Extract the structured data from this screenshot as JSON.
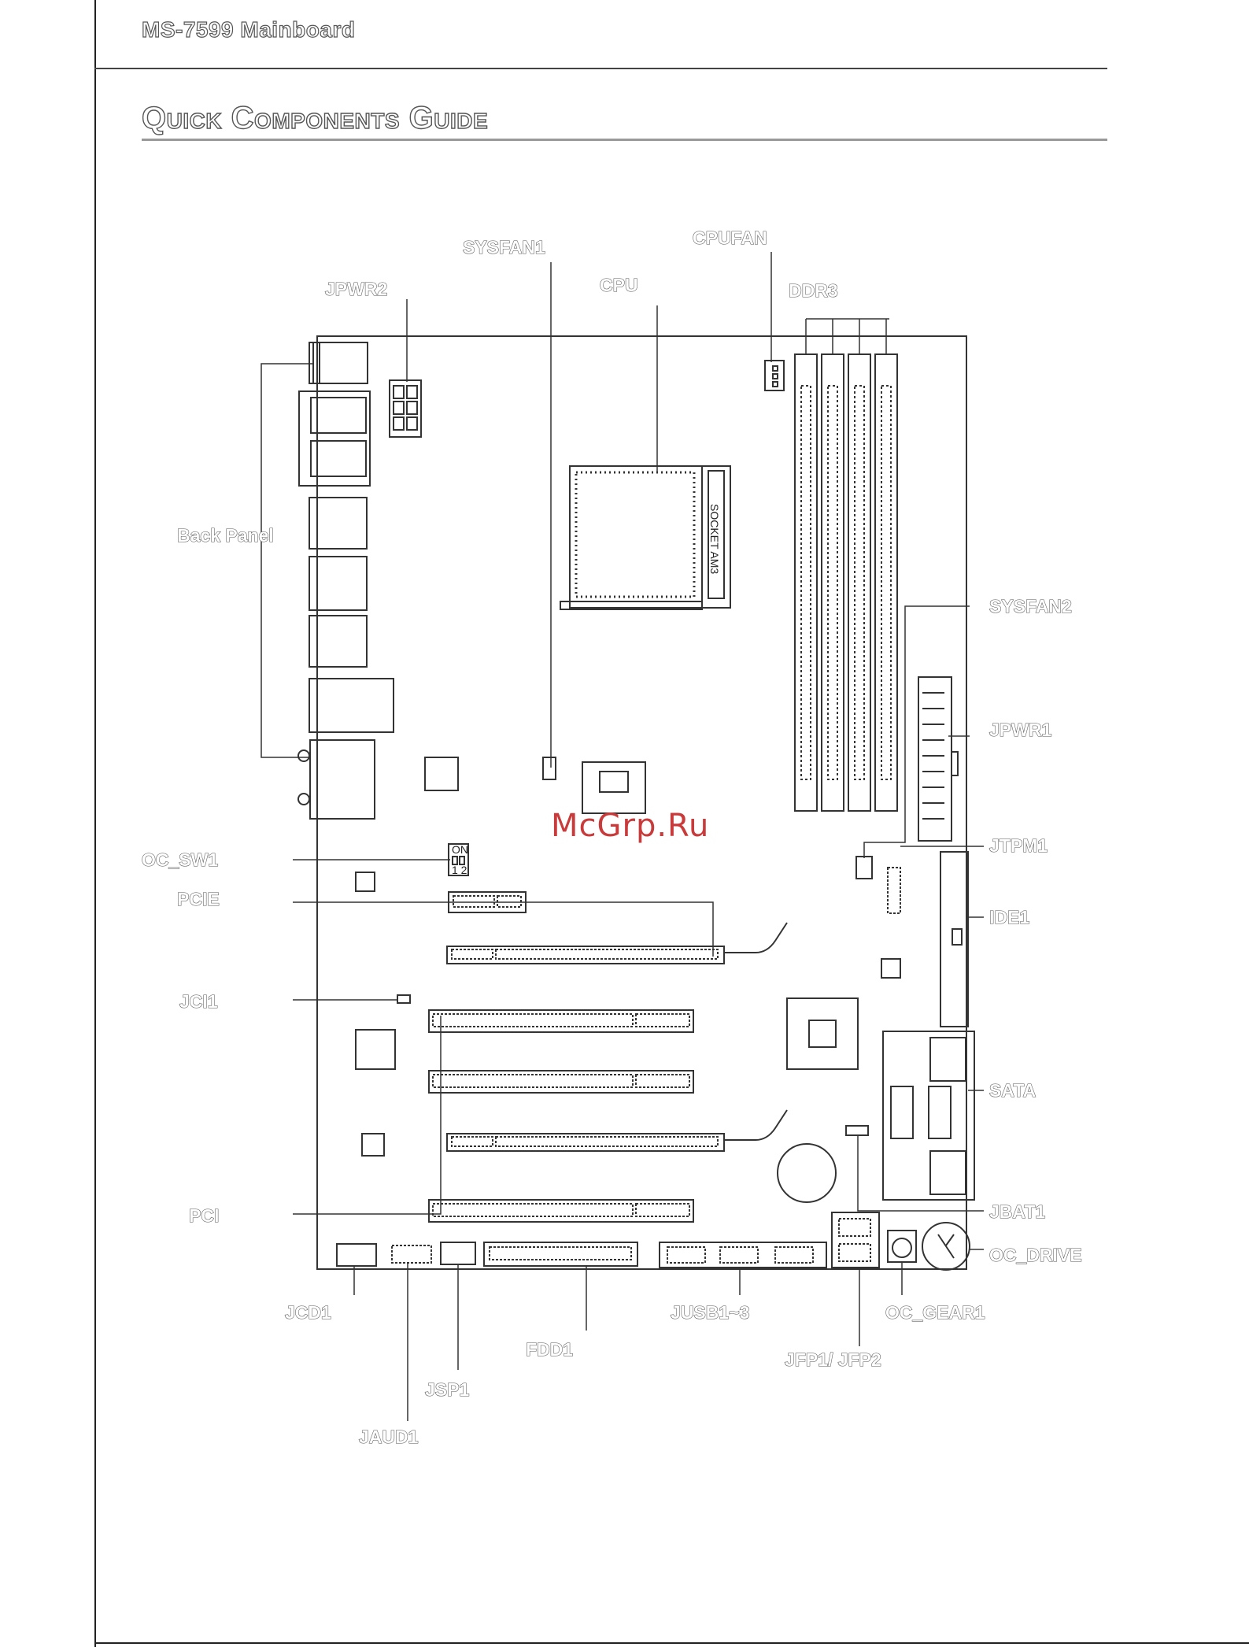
{
  "header": {
    "running_head": "MS-7599 Mainboard"
  },
  "section": {
    "title": "Quick Components Guide"
  },
  "watermark": "McGrp.Ru",
  "board": {
    "socket_label": "SOCKET AM3",
    "oc_sw1_on": "ON",
    "oc_sw1_pins": "1 2"
  },
  "labels": {
    "sysfan1": "SYSFAN1",
    "cpufan": "CPUFAN",
    "cpu": "CPU",
    "jpwr2": "JPWR2",
    "ddr3": "DDR3",
    "back_panel": "Back Panel",
    "sysfan2": "SYSFAN2",
    "jpwr1": "JPWR1",
    "oc_sw1": "OC_SW1",
    "jtpm1": "JTPM1",
    "pcie": "PCIE",
    "ide1": "IDE1",
    "jci1": "JCI1",
    "sata": "SATA",
    "pci": "PCI",
    "jbat1": "JBAT1",
    "oc_drive": "OC_DRIVE",
    "jcd1": "JCD1",
    "jusb": "JUSB1~3",
    "oc_gear1": "OC_GEAR1",
    "fdd1": "FDD1",
    "jfp": "JFP1/ JFP2",
    "jsp1": "JSP1",
    "jaud1": "JAUD1"
  }
}
